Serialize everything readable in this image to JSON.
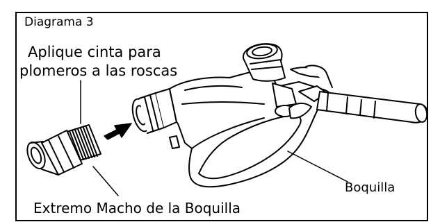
{
  "figure": {
    "title": "Diagrama 3",
    "instruction_line1": "Aplique cinta para",
    "instruction_line2": "plomeros a las roscas",
    "nozzle_label": "Boquilla",
    "male_end_label": "Extremo Macho de la Boquilla"
  }
}
